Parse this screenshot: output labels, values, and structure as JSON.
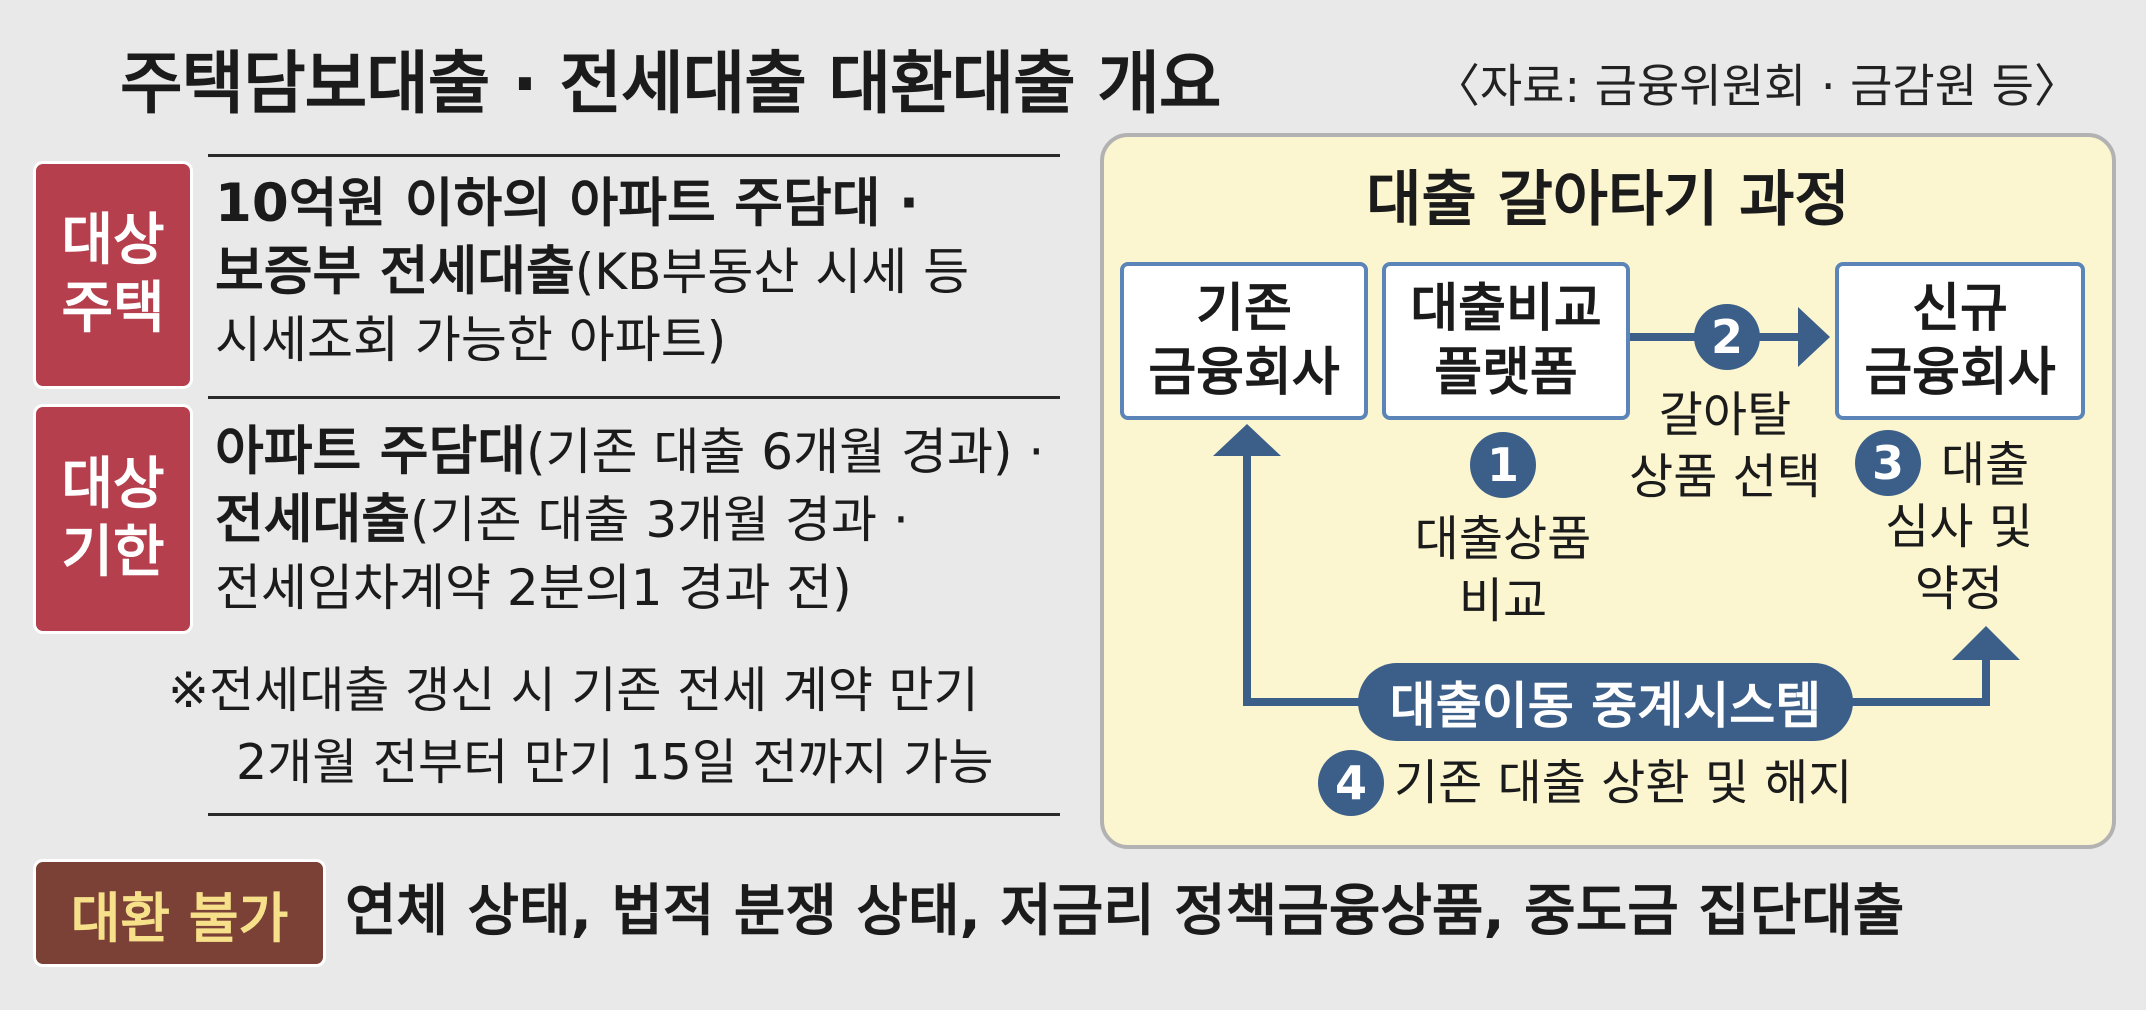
{
  "title": "주택담보대출 · 전세대출 대환대출 개요",
  "source": "〈자료: 금융위원회 · 금감원 등〉",
  "rows": [
    {
      "tag": [
        "대상",
        "주택"
      ],
      "lines": [
        {
          "bold": "10억원 이하의 아파트 주담대 ·",
          "normal": ""
        },
        {
          "bold": "보증부 전세대출",
          "normal": "(KB부동산 시세 등"
        },
        {
          "bold": "",
          "normal": "시세조회 가능한 아파트)"
        }
      ]
    },
    {
      "tag": [
        "대상",
        "기한"
      ],
      "lines": [
        {
          "bold": "아파트 주담대",
          "normal": "(기존 대출 6개월 경과) ·"
        },
        {
          "bold": "전세대출",
          "normal": "(기존 대출 3개월 경과 ·"
        },
        {
          "bold": "",
          "normal": "전세임차계약 2분의1 경과 전)"
        }
      ]
    }
  ],
  "note": [
    "※전세대출 갱신 시 기존 전세 계약 만기",
    "2개월 전부터 만기 15일 전까지 가능"
  ],
  "process": {
    "title": "대출 갈아타기 과정",
    "boxes": {
      "existing": [
        "기존",
        "금융회사"
      ],
      "platform": [
        "대출비교",
        "플랫폼"
      ],
      "new": [
        "신규",
        "금융회사"
      ]
    },
    "steps": [
      {
        "num": "1",
        "text": [
          "대출상품",
          "비교"
        ]
      },
      {
        "num": "2",
        "text": [
          "갈아탈",
          "상품 선택"
        ]
      },
      {
        "num": "3",
        "text": [
          "대출",
          "심사 및",
          "약정"
        ]
      },
      {
        "num": "4",
        "text": [
          "기존 대출 상환 및 해지"
        ]
      }
    ],
    "relay_system": "대출이동 중계시스템"
  },
  "exclusion": {
    "label": "대환 불가",
    "text": "연체 상태, 법적 분쟁 상태, 저금리 정책금융상품, 중도금 집단대출"
  },
  "colors": {
    "tag_red": "#b63f4e",
    "navy": "#3c5f8a",
    "box_border": "#5b85b8",
    "panel_bg": "#fbf6cf",
    "exclusion_bg": "#7b4136",
    "exclusion_text": "#f6e18a"
  }
}
